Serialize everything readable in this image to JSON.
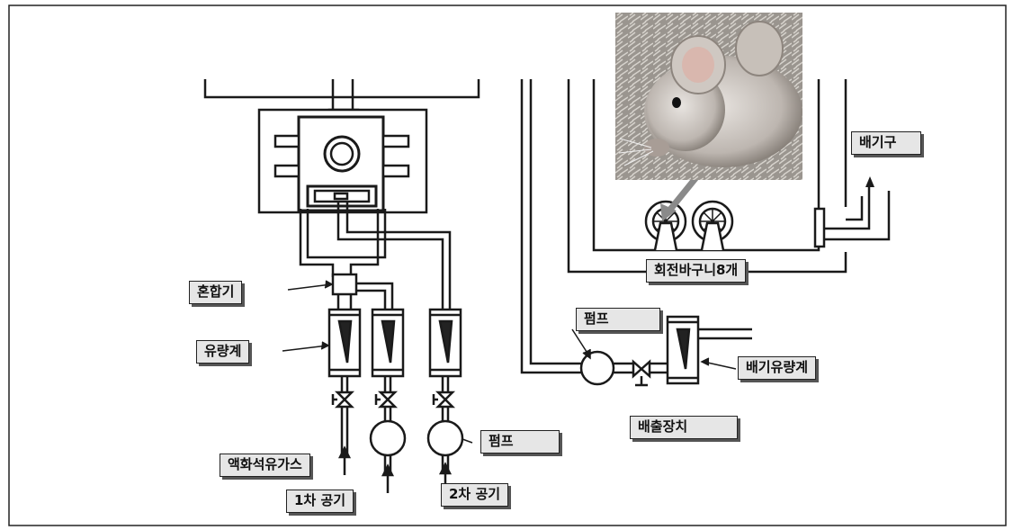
{
  "diagram": {
    "labels": {
      "mixer": "혼합기",
      "flowmeter": "유량계",
      "lpg": "액화석유가스",
      "primary_air": "1차 공기",
      "secondary_air": "2차 공기",
      "pump_left": "펌프",
      "pump_right": "펌프",
      "exhaust_port": "배기구",
      "rotating_cages": "회전바구니8개",
      "exhaust_flowmeter": "배기유량계",
      "exhaust_device": "배출장치"
    },
    "photo_subject": "mouse-photo",
    "colors": {
      "line": "#1a1a1a",
      "label_bg": "#e6e6e6",
      "tube": "#ffffff"
    }
  }
}
